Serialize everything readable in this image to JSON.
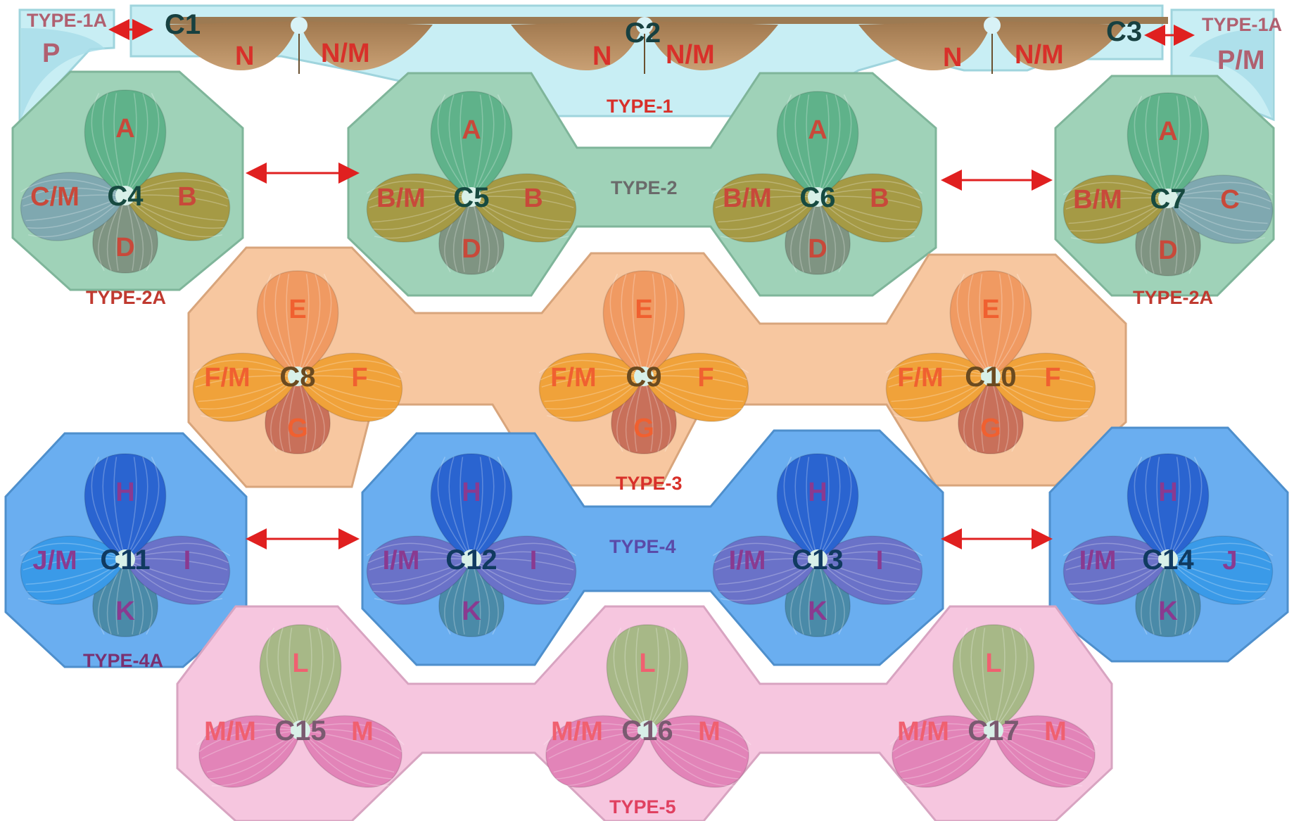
{
  "colors": {
    "type1": "#c8eef4",
    "type1_border": "#9fd4dd",
    "type2": "#9fd2b8",
    "type2_border": "#7fb59a",
    "type3": "#f7c7a0",
    "type3_border": "#d8a57c",
    "type4": "#6aaef0",
    "type4_border": "#4e8fcc",
    "type5": "#f6c6df",
    "type5_border": "#d8a4c1",
    "arrow": "#e02020"
  },
  "type1": {
    "label": "TYPE-1",
    "sub_left": "TYPE-1A",
    "sub_right": "TYPE-1A",
    "corner_left": "P",
    "corner_right": "P/M",
    "connectors": [
      "C1",
      "C2",
      "C3"
    ],
    "petals": [
      {
        "left": "N",
        "right": "N/M"
      },
      {
        "left": "N",
        "right": "N/M"
      },
      {
        "left": "N",
        "right": "N/M"
      }
    ]
  },
  "type2": {
    "label": "TYPE-2",
    "sub_label": "TYPE-2A",
    "units": [
      {
        "connector": "C4",
        "top": "A",
        "left": "C/M",
        "right": "B",
        "bottom": "D"
      },
      {
        "connector": "C5",
        "top": "A",
        "left": "B/M",
        "right": "B",
        "bottom": "D"
      },
      {
        "connector": "C6",
        "top": "A",
        "left": "B/M",
        "right": "B",
        "bottom": "D"
      },
      {
        "connector": "C7",
        "top": "A",
        "left": "B/M",
        "right": "C",
        "bottom": "D"
      }
    ]
  },
  "type3": {
    "label": "TYPE-3",
    "units": [
      {
        "connector": "C8",
        "top": "E",
        "left": "F/M",
        "right": "F",
        "bottom": "G"
      },
      {
        "connector": "C9",
        "top": "E",
        "left": "F/M",
        "right": "F",
        "bottom": "G"
      },
      {
        "connector": "C10",
        "top": "E",
        "left": "F/M",
        "right": "F",
        "bottom": "G"
      }
    ]
  },
  "type4": {
    "label": "TYPE-4",
    "sub_label": "TYPE-4A",
    "units": [
      {
        "connector": "C11",
        "top": "H",
        "left": "J/M",
        "right": "I",
        "bottom": "K"
      },
      {
        "connector": "C12",
        "top": "H",
        "left": "I/M",
        "right": "I",
        "bottom": "K"
      },
      {
        "connector": "C13",
        "top": "H",
        "left": "I/M",
        "right": "I",
        "bottom": "K"
      },
      {
        "connector": "C14",
        "top": "H",
        "left": "I/M",
        "right": "J",
        "bottom": "K"
      }
    ]
  },
  "type5": {
    "label": "TYPE-5",
    "units": [
      {
        "connector": "C15",
        "top": "L",
        "left": "M/M",
        "right": "M"
      },
      {
        "connector": "C16",
        "top": "L",
        "left": "M/M",
        "right": "M"
      },
      {
        "connector": "C17",
        "top": "L",
        "left": "M/M",
        "right": "M"
      }
    ]
  }
}
